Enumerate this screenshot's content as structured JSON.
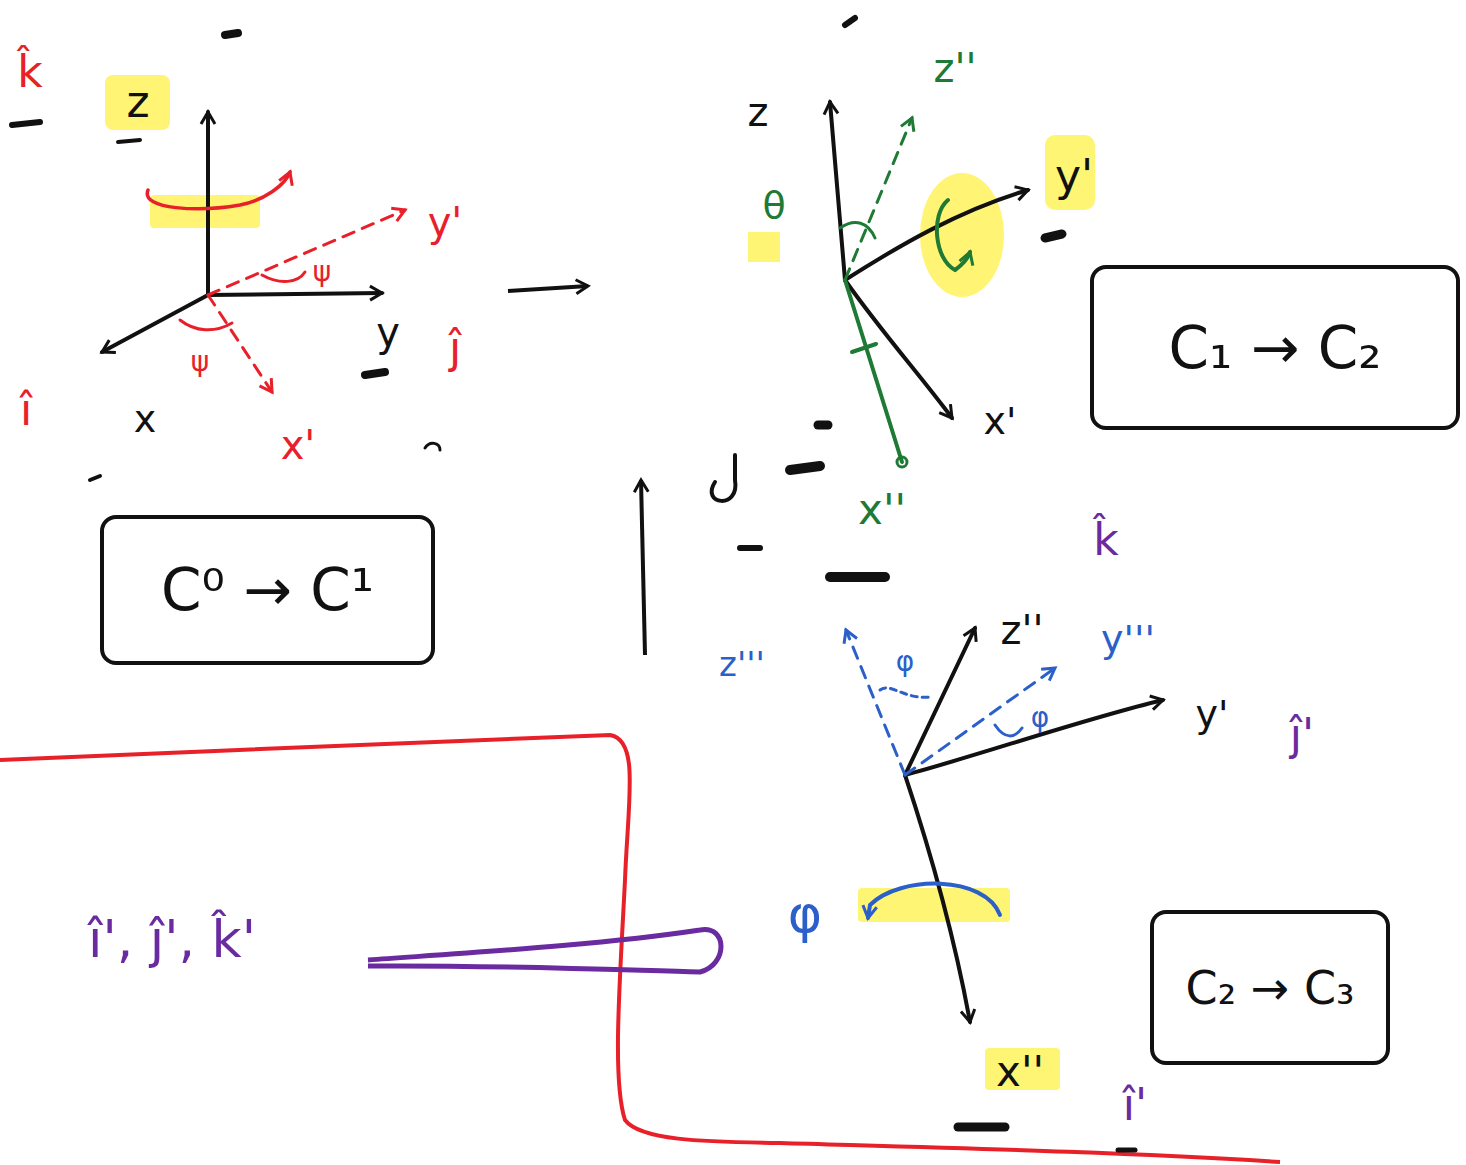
{
  "diagram": {
    "nodes": [
      {
        "text": [
          "C⁰ → C¹"
        ]
      },
      {
        "text": [
          "C₁ → C₂"
        ]
      },
      {
        "text": [
          "C₂ → C₃"
        ]
      }
    ],
    "labels": [
      "k̂",
      "z",
      "y'",
      "ψ",
      "ψ",
      "y",
      "ĵ",
      "î",
      "x",
      "x'",
      "z",
      "z''",
      "θ",
      "y'",
      "x'",
      "x''",
      "k̂",
      "z'''",
      "φ",
      "z''",
      "y'''",
      "φ",
      "y'",
      "ĵ'",
      "φ",
      "x''",
      "î'",
      "î', ĵ', k̂'"
    ]
  }
}
